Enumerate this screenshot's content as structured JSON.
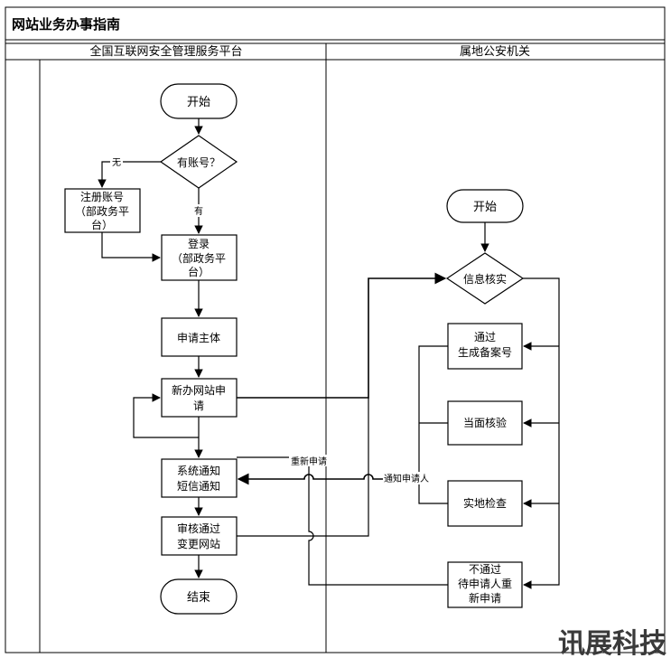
{
  "title": "网站业务办事指南",
  "lanes": {
    "left": "全国互联网安全管理服务平台",
    "right": "属地公安机关"
  },
  "left_nodes": {
    "start": "开始",
    "has_account": "有账号？",
    "register_l1": "注册账号",
    "register_l2": "（部政务平",
    "register_l3": "台）",
    "login_l1": "登录",
    "login_l2": "（部政务平",
    "login_l3": "台）",
    "apply_subject": "申请主体",
    "new_site_l1": "新办网站申",
    "new_site_l2": "请",
    "notify_l1": "系统通知",
    "notify_l2": "短信通知",
    "approved_l1": "审核通过",
    "approved_l2": "变更网站",
    "end": "结束"
  },
  "right_nodes": {
    "start": "开始",
    "verify": "信息核实",
    "pass_l1": "通过",
    "pass_l2": "生成备案号",
    "in_person": "当面核验",
    "onsite": "实地检查",
    "fail_l1": "不通过",
    "fail_l2": "待申请人重",
    "fail_l3": "新申请"
  },
  "edge_labels": {
    "no": "无",
    "yes": "有",
    "reapply": "重新申请",
    "notify_applicant": "通知申请人"
  },
  "watermark": "讯展科技"
}
